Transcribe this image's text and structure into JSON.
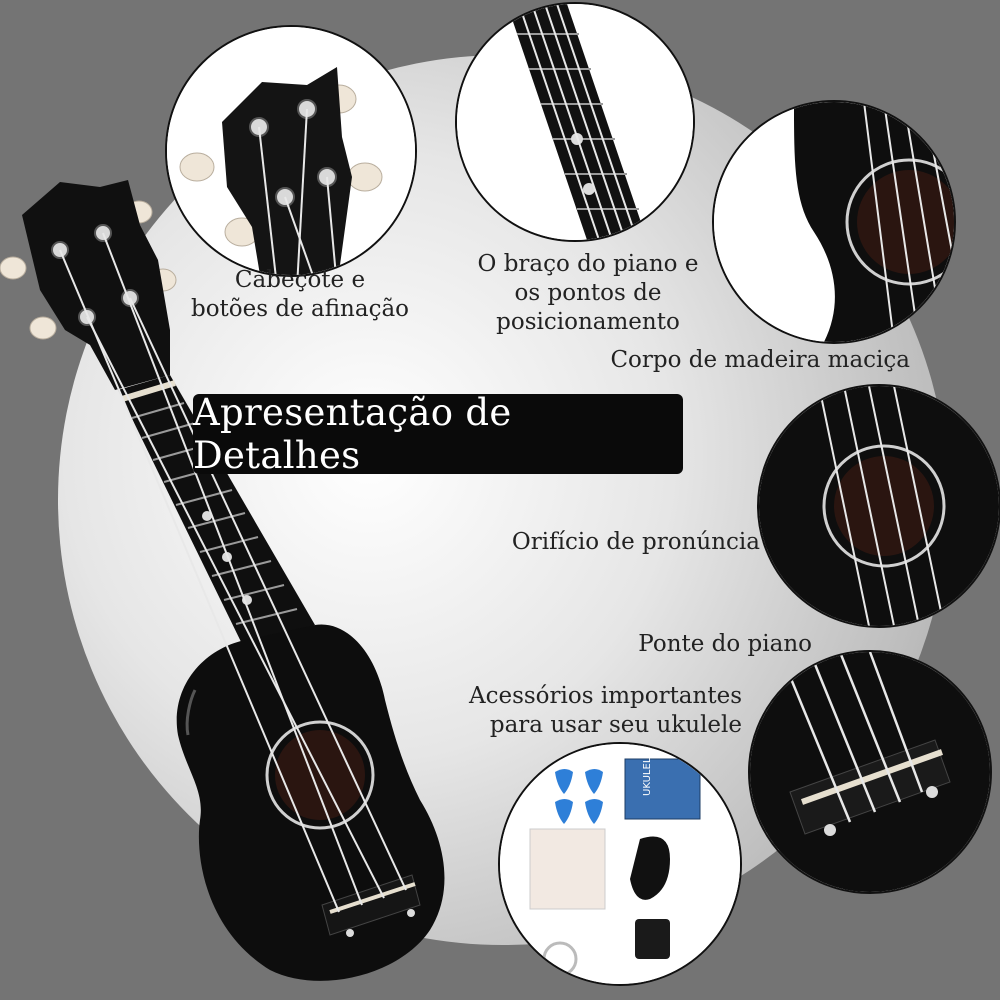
{
  "title": "Apresentação de Detalhes",
  "labels": {
    "headstock": "Cabeçote e\nbotões de afinação",
    "fretboard": "O braço do piano e\nos pontos de\nposicionamento",
    "body": "Corpo de madeira maciça",
    "soundhole": "Orifício de pronúncia",
    "bridge": "Ponte do piano",
    "accessories": "Acessórios importantes\npara usar seu ukulele"
  },
  "accessory_book_text": "UKULELE",
  "colors": {
    "background": "#747474",
    "ukulele_body": "#0d0d0d",
    "title_bg": "#0a0a0a",
    "title_text": "#ffffff"
  }
}
